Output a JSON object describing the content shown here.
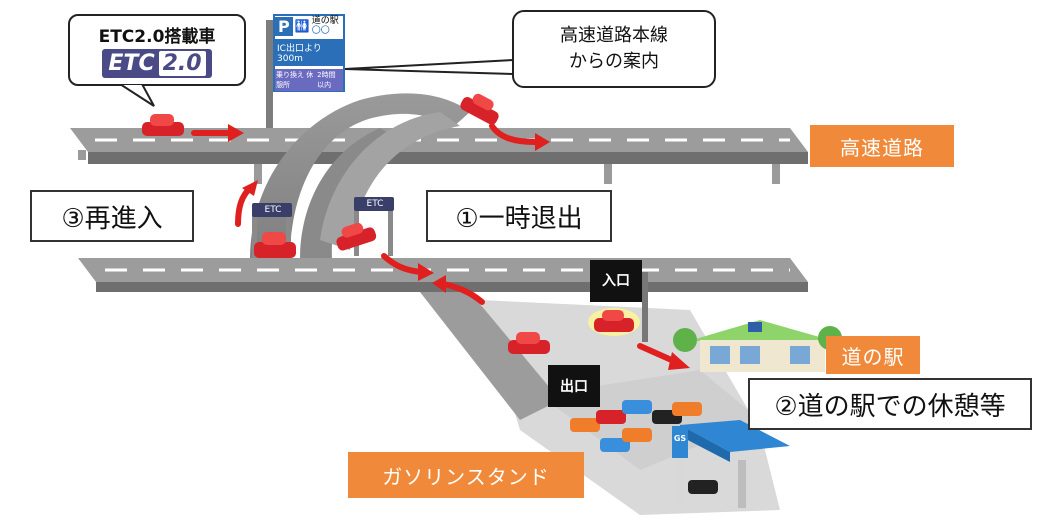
{
  "etc_badge": {
    "title": "ETC2.0搭載車",
    "logo_left": "ETC",
    "logo_right": "2.0"
  },
  "guidance_callout": {
    "line1": "高速道路本線",
    "line2": "からの案内"
  },
  "highway_sign": {
    "p_mark": "P",
    "toilet": "🚻",
    "roadside_station": "道の駅",
    "ring": "〇〇",
    "distance": "IC出口より300m",
    "bottom_left": "乗り換え 休憩所",
    "bottom_right": "2時間以内"
  },
  "labels": {
    "expressway": "高速道路",
    "roadside_station": "道の駅",
    "gas_station": "ガソリンスタンド"
  },
  "steps": {
    "exit": "①一時退出",
    "rest": "②道の駅での休憩等",
    "reenter": "③再進入"
  },
  "gates": {
    "left": "ETC",
    "right": "ETC"
  },
  "signs": {
    "entrance": "入口",
    "exit": "出口",
    "gs": "GS"
  },
  "station_icon": "🏠",
  "colors": {
    "accent": "#f08a3a",
    "road": "#8e8e8e",
    "car": "#d8222a",
    "arrow": "#e0201f",
    "roof": "#2f86d3"
  }
}
